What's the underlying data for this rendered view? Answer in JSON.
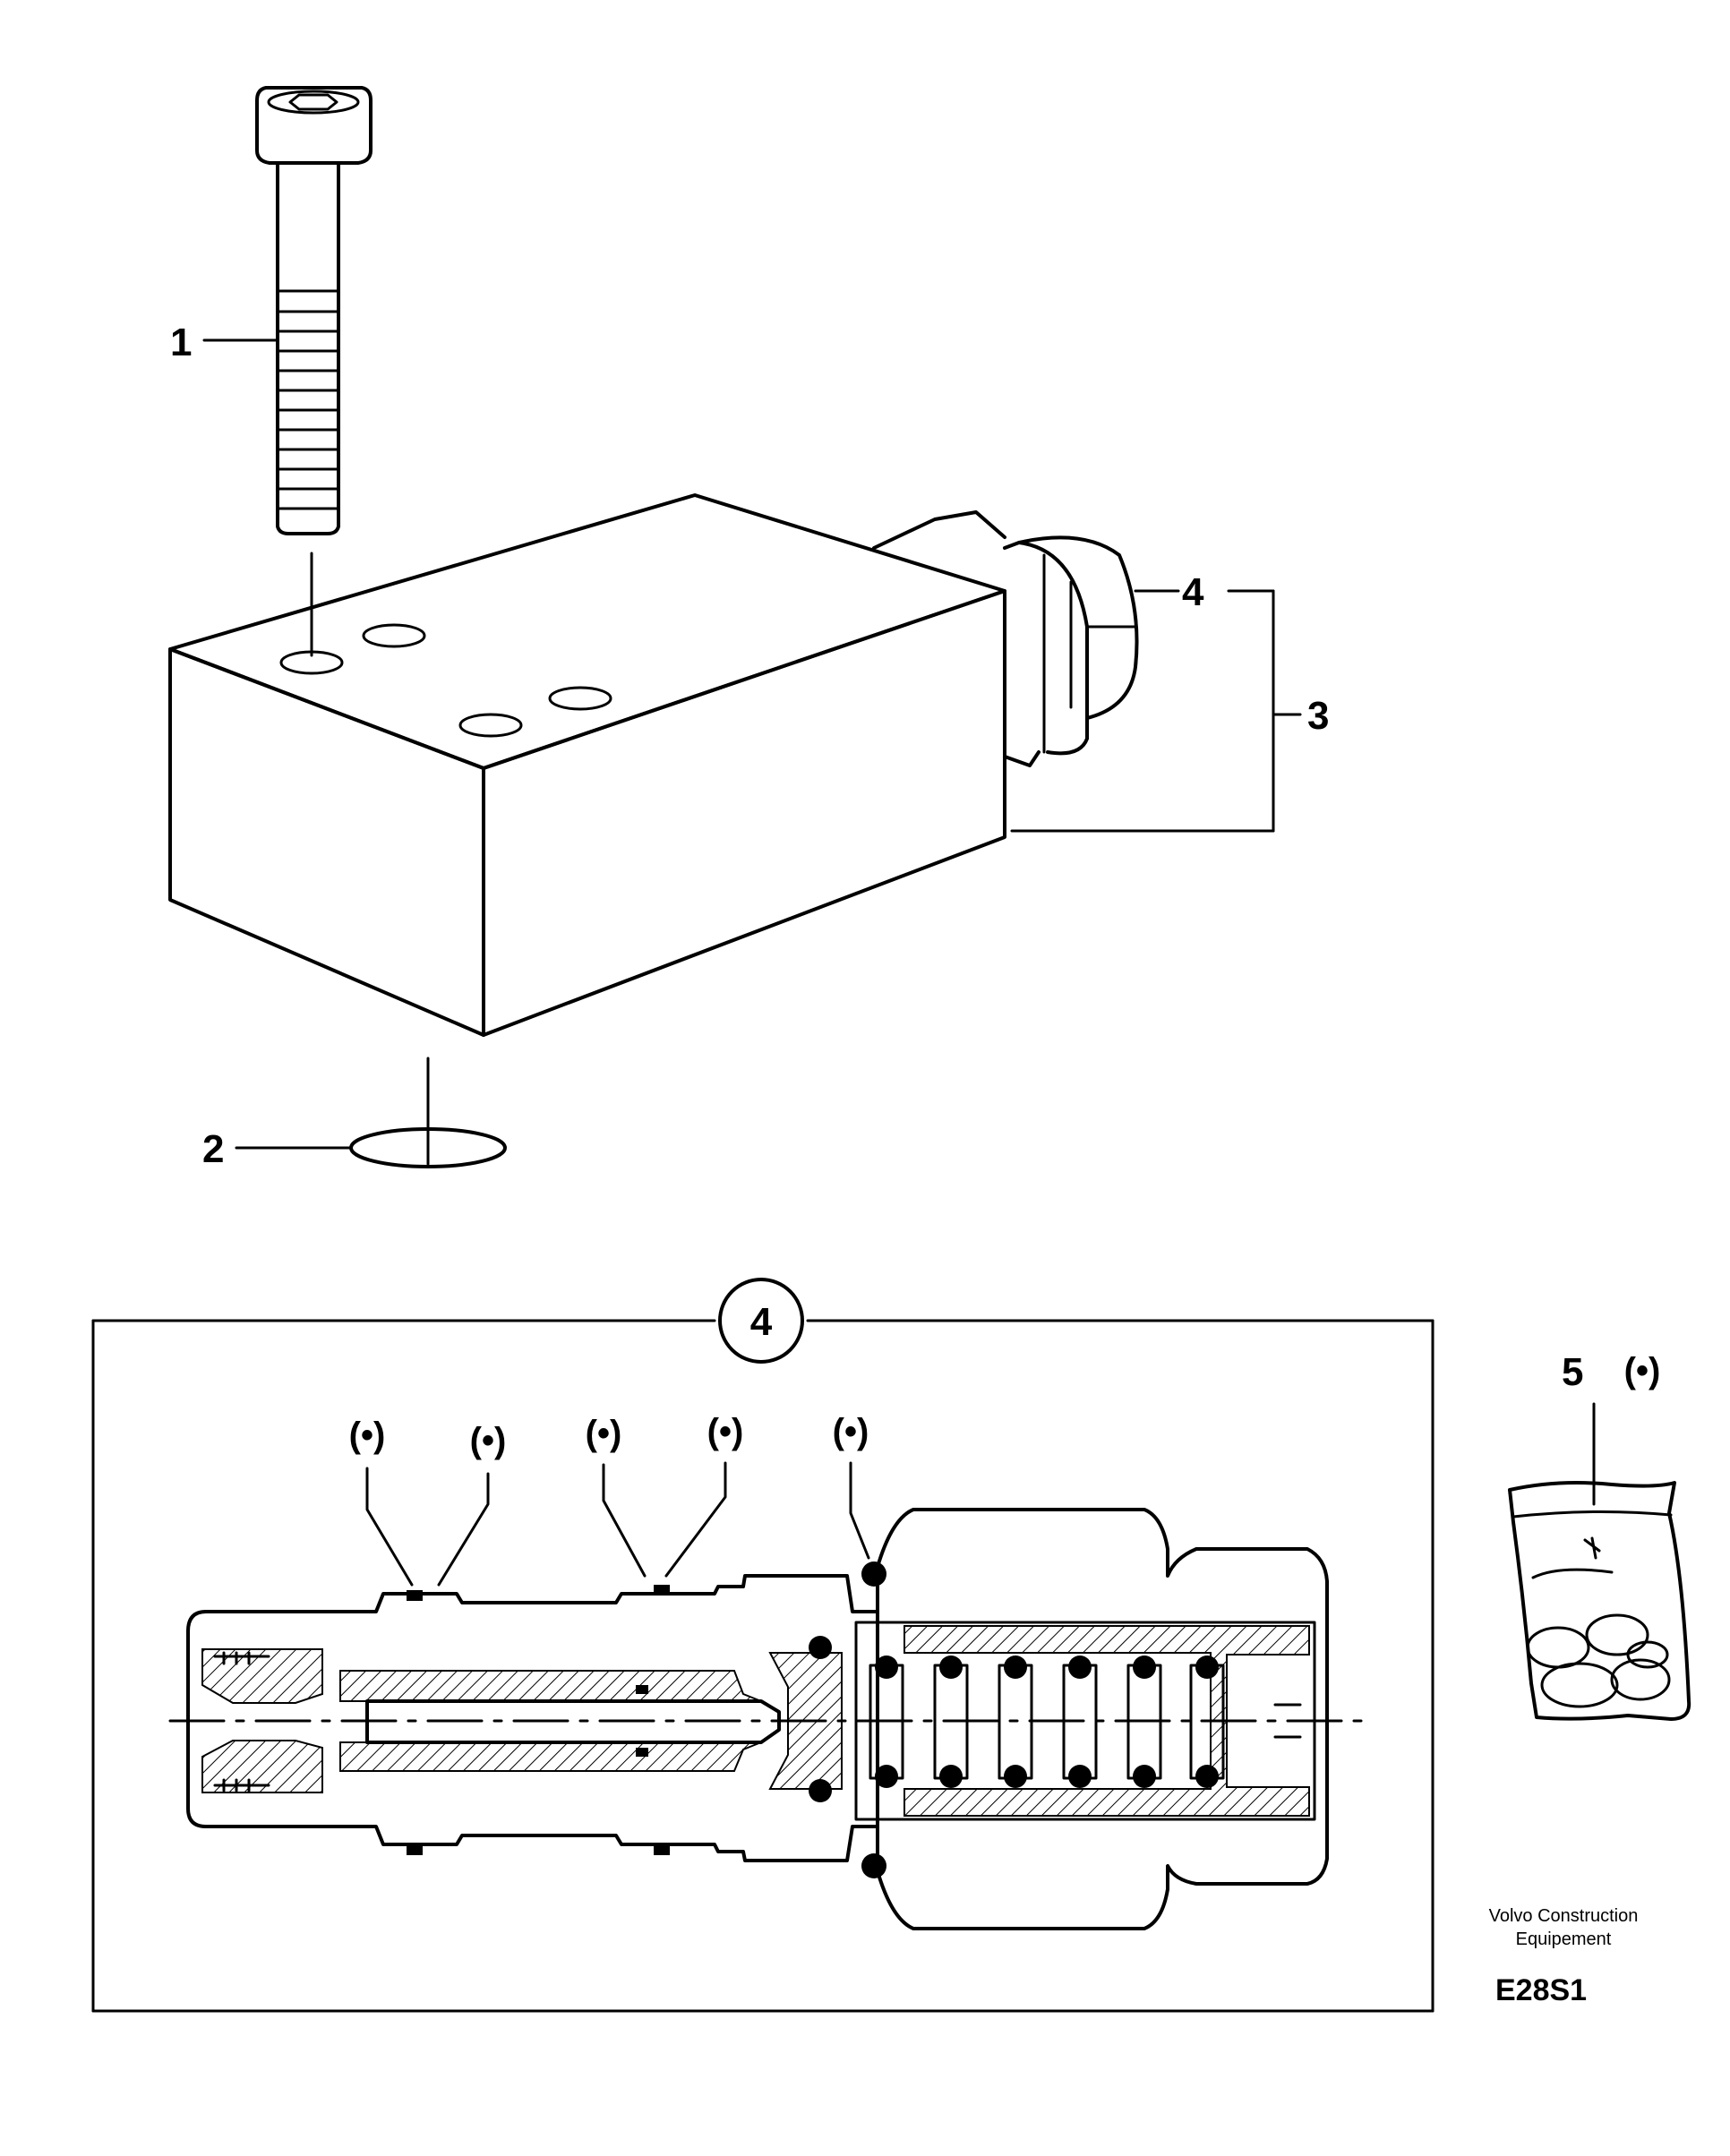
{
  "callouts": {
    "item1": "1",
    "item2": "2",
    "item3": "3",
    "item4": "4",
    "detail_circle": "4",
    "item5": "5"
  },
  "markers": {
    "symbol": "(•)",
    "count_in_detail": 5
  },
  "caption": {
    "line1": "Volvo Construction",
    "line2": "Equipement",
    "code": "E28S1"
  }
}
